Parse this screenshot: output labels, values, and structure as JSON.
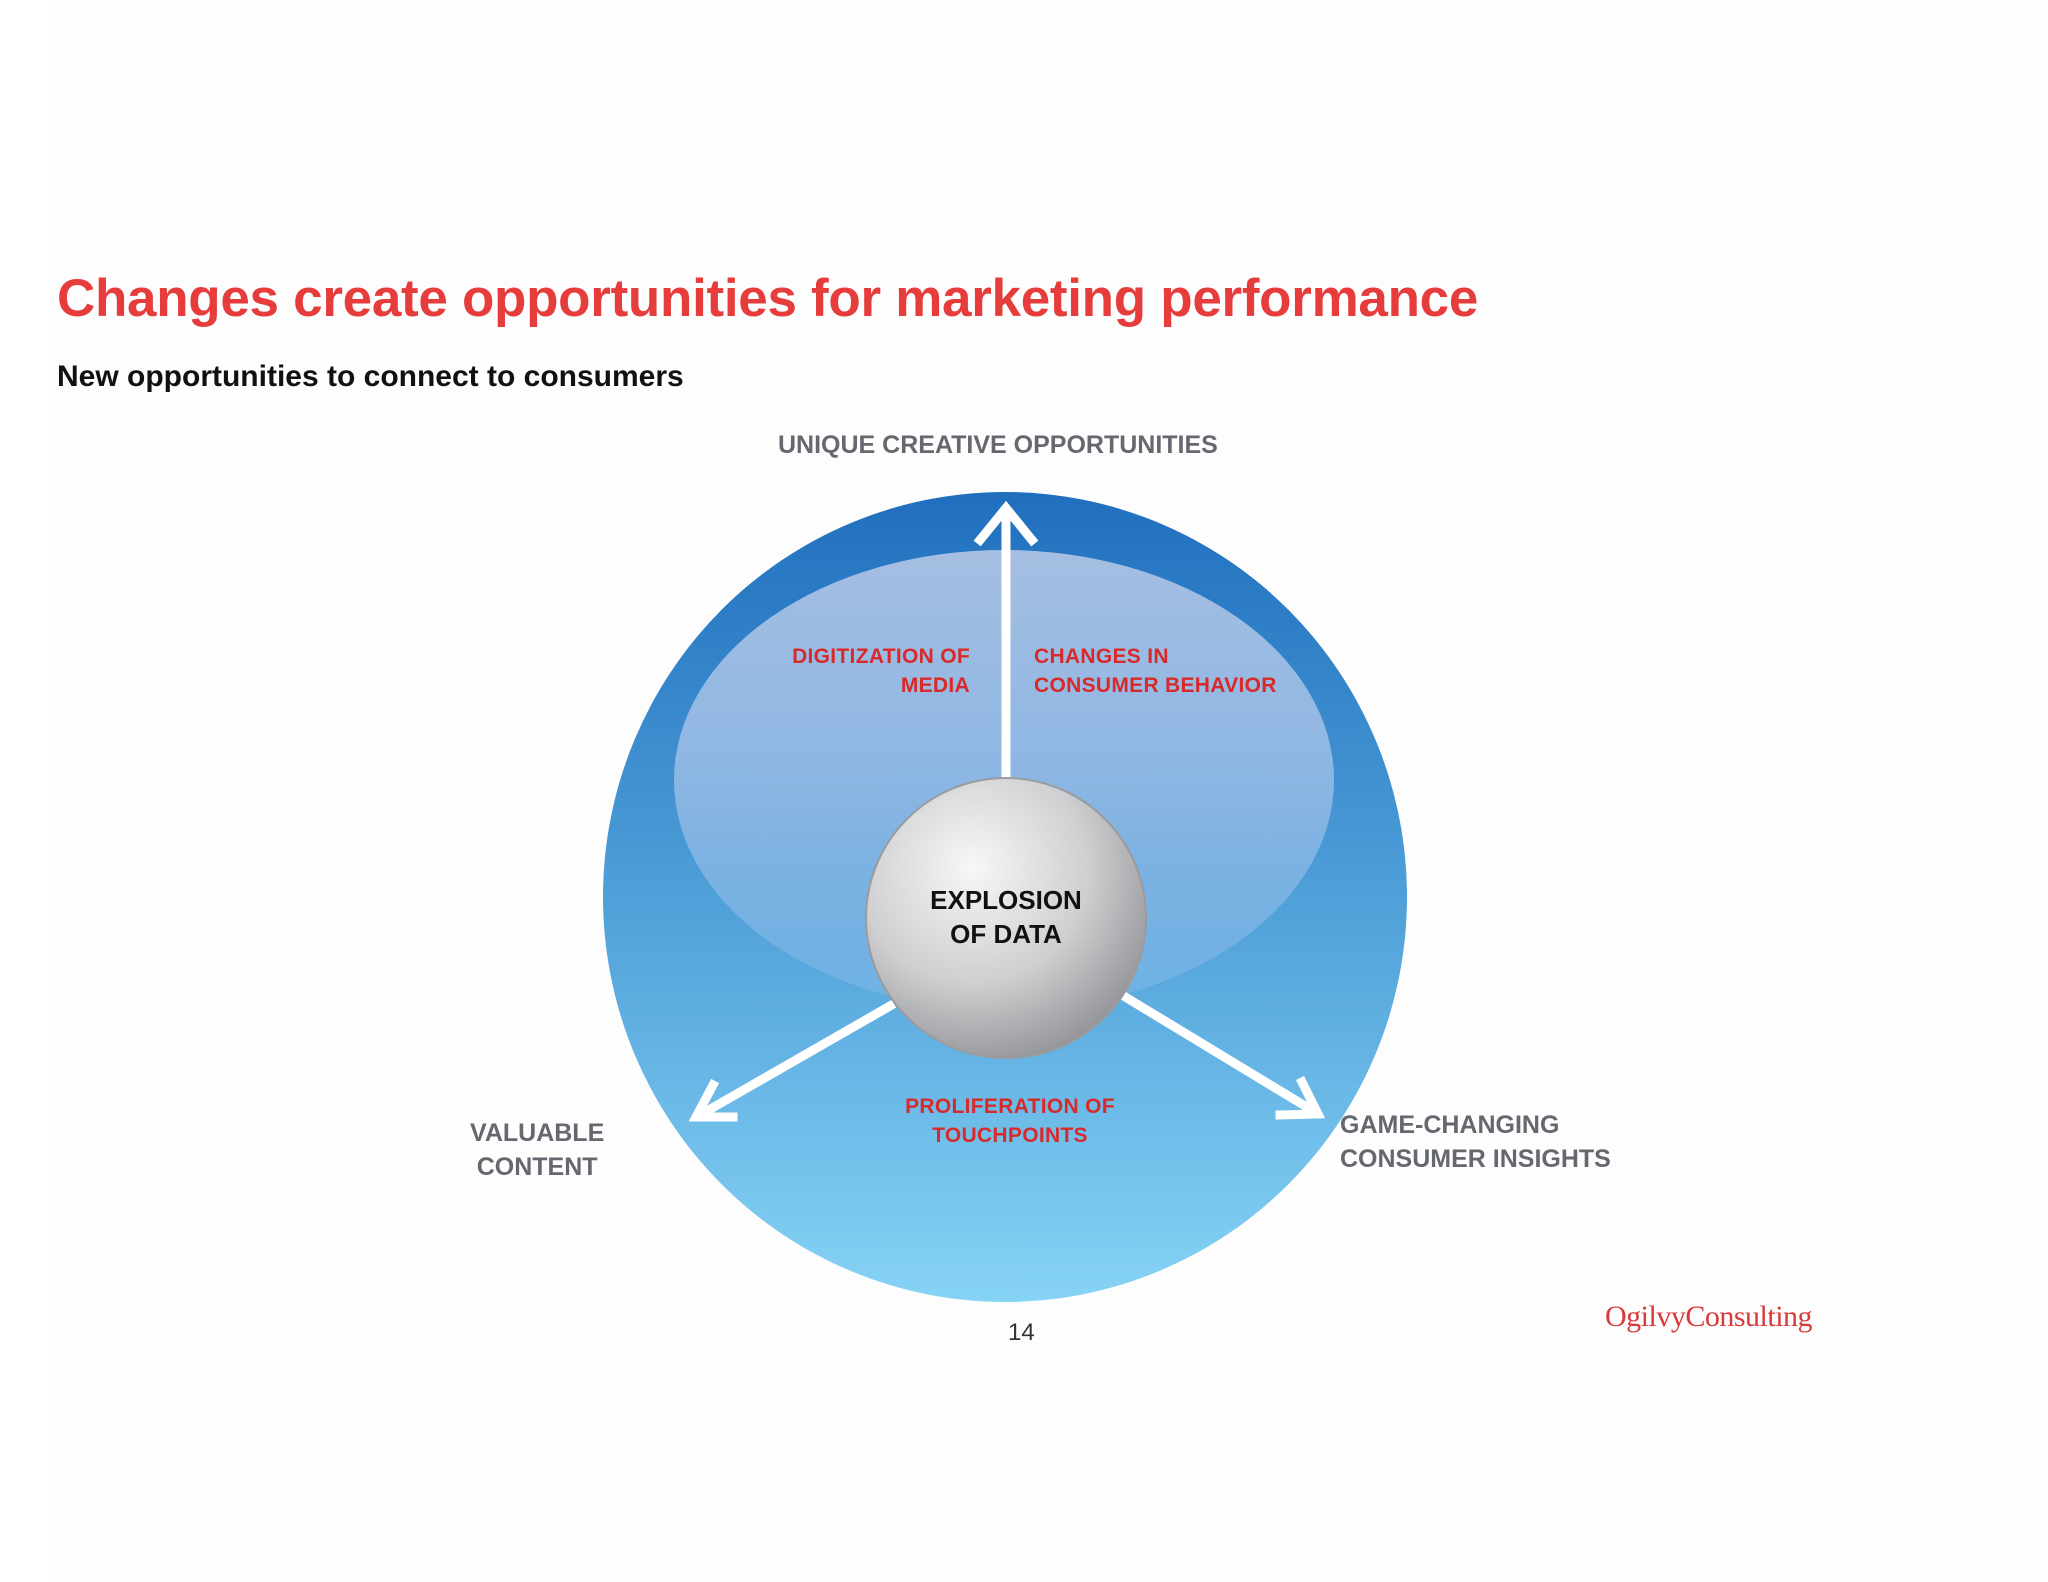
{
  "header": {
    "title": "Changes create opportunities for marketing performance",
    "subtitle": "New opportunities to connect to consumers"
  },
  "diagram": {
    "center": "EXPLOSION\nOF DATA",
    "drivers": [
      "DIGITIZATION OF\nMEDIA",
      "CHANGES IN\nCONSUMER BEHAVIOR",
      "PROLIFERATION OF\nTOUCHPOINTS"
    ],
    "outcomes": [
      "UNIQUE CREATIVE OPPORTUNITIES",
      "VALUABLE\nCONTENT",
      "GAME-CHANGING\nCONSUMER INSIGHTS"
    ]
  },
  "footer": {
    "page_number": "14",
    "brand": "OgilvyConsulting"
  },
  "colors": {
    "title_red": "#e63c3c",
    "driver_red": "#d82a2a",
    "outcome_gray": "#666870",
    "circle_top": "#1f6fbe",
    "circle_bottom": "#86d3f5"
  },
  "icons": [
    "arrow-up-icon",
    "arrow-down-left-icon",
    "arrow-down-right-icon"
  ]
}
